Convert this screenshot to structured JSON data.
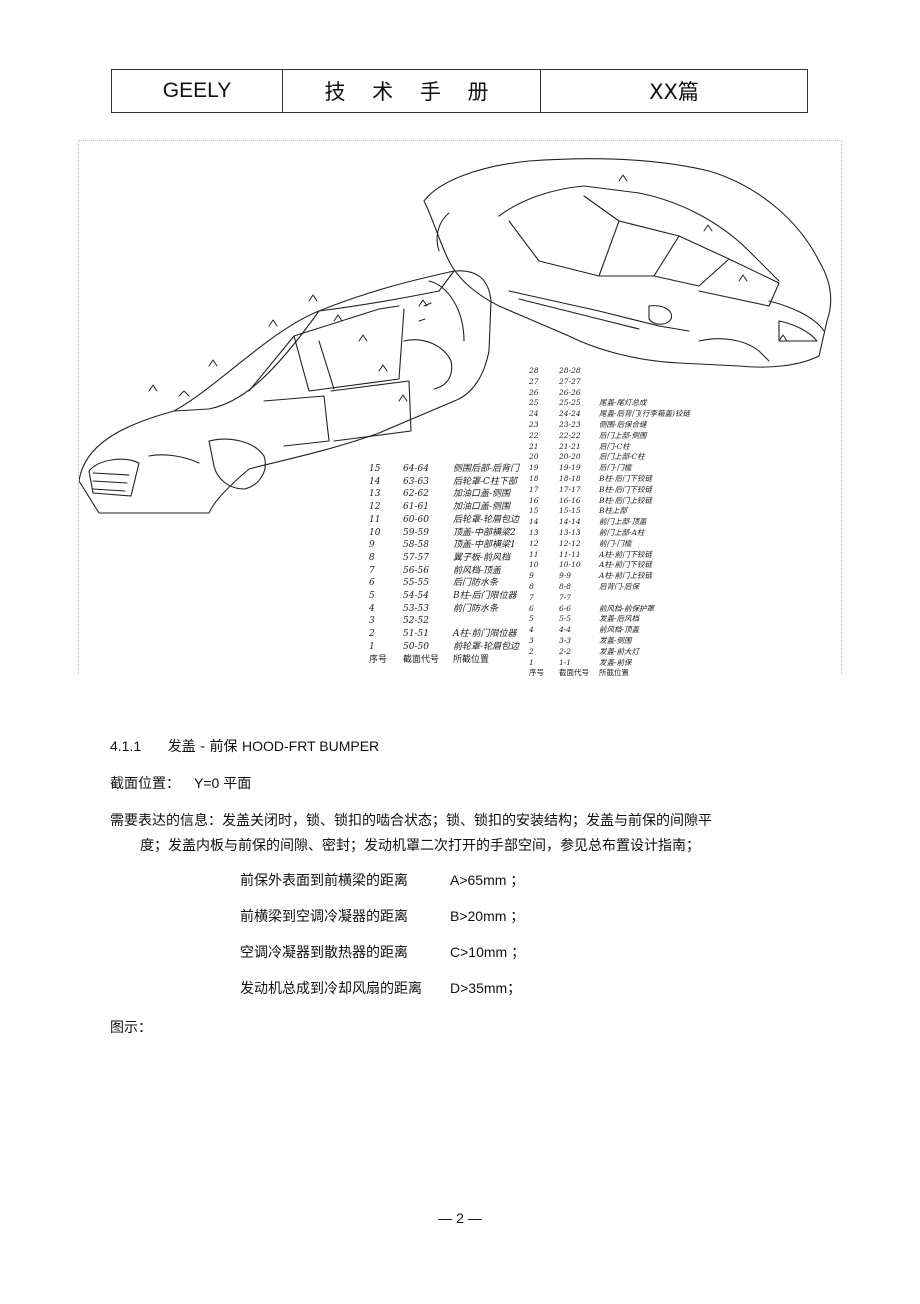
{
  "header": {
    "brand": "GEELY",
    "title": "技 术 手 册",
    "volume": "XX篇"
  },
  "figure": {
    "legend_left": {
      "rows": [
        {
          "no": "15",
          "code": "64-64",
          "pos": "侧围后部-后背门"
        },
        {
          "no": "14",
          "code": "63-63",
          "pos": "后轮罩-C柱下部"
        },
        {
          "no": "13",
          "code": "62-62",
          "pos": "加油口盖-侧围"
        },
        {
          "no": "12",
          "code": "61-61",
          "pos": "加油口盖-侧围"
        },
        {
          "no": "11",
          "code": "60-60",
          "pos": "后轮罩-轮眉包边"
        },
        {
          "no": "10",
          "code": "59-59",
          "pos": "顶盖-中部横梁2"
        },
        {
          "no": "9",
          "code": "58-58",
          "pos": "顶盖-中部横梁1"
        },
        {
          "no": "8",
          "code": "57-57",
          "pos": "翼子板-前风档"
        },
        {
          "no": "7",
          "code": "56-56",
          "pos": "前风档-顶盖"
        },
        {
          "no": "6",
          "code": "55-55",
          "pos": "后门防水条"
        },
        {
          "no": "5",
          "code": "54-54",
          "pos": "B柱-后门限位器"
        },
        {
          "no": "4",
          "code": "53-53",
          "pos": "前门防水条"
        },
        {
          "no": "3",
          "code": "52-52",
          "pos": ""
        },
        {
          "no": "2",
          "code": "51-51",
          "pos": "A柱-前门限位器"
        },
        {
          "no": "1",
          "code": "50-50",
          "pos": "前轮罩-轮眉包边"
        }
      ],
      "headers": [
        "序号",
        "截面代号",
        "所截位置"
      ]
    },
    "legend_right": {
      "rows": [
        {
          "no": "28",
          "code": "28-28",
          "pos": ""
        },
        {
          "no": "27",
          "code": "27-27",
          "pos": ""
        },
        {
          "no": "26",
          "code": "26-26",
          "pos": ""
        },
        {
          "no": "25",
          "code": "25-25",
          "pos": "尾盖-尾灯总成"
        },
        {
          "no": "24",
          "code": "24-24",
          "pos": "尾盖-后背门(行李箱盖)铰链"
        },
        {
          "no": "23",
          "code": "23-23",
          "pos": "侧围-后保合缝"
        },
        {
          "no": "22",
          "code": "22-22",
          "pos": "后门上部-侧围"
        },
        {
          "no": "21",
          "code": "21-21",
          "pos": "后门-C柱"
        },
        {
          "no": "20",
          "code": "20-20",
          "pos": "后门上部-C柱"
        },
        {
          "no": "19",
          "code": "19-19",
          "pos": "后门-门槛"
        },
        {
          "no": "18",
          "code": "18-18",
          "pos": "B柱-后门下铰链"
        },
        {
          "no": "17",
          "code": "17-17",
          "pos": "B柱-后门下铰链"
        },
        {
          "no": "16",
          "code": "16-16",
          "pos": "B柱-后门上铰链"
        },
        {
          "no": "15",
          "code": "15-15",
          "pos": "B柱上部"
        },
        {
          "no": "14",
          "code": "14-14",
          "pos": "前门上部-顶盖"
        },
        {
          "no": "13",
          "code": "13-13",
          "pos": "前门上部-A柱"
        },
        {
          "no": "12",
          "code": "12-12",
          "pos": "前门-门槛"
        },
        {
          "no": "11",
          "code": "11-11",
          "pos": "A柱-前门下铰链"
        },
        {
          "no": "10",
          "code": "10-10",
          "pos": "A柱-前门下铰链"
        },
        {
          "no": "9",
          "code": "9-9",
          "pos": "A柱-前门上铰链"
        },
        {
          "no": "8",
          "code": "8-8",
          "pos": "后背门-后保"
        },
        {
          "no": "7",
          "code": "7-7",
          "pos": ""
        },
        {
          "no": "6",
          "code": "6-6",
          "pos": "前风档-前保护罩"
        },
        {
          "no": "5",
          "code": "5-5",
          "pos": "发盖-后风档"
        },
        {
          "no": "4",
          "code": "4-4",
          "pos": "前风档-顶盖"
        },
        {
          "no": "3",
          "code": "3-3",
          "pos": "发盖-侧围"
        },
        {
          "no": "2",
          "code": "2-2",
          "pos": "发盖-前大灯"
        },
        {
          "no": "1",
          "code": "1-1",
          "pos": "发盖-前保"
        }
      ],
      "headers": [
        "序号",
        "截面代号",
        "所截位置"
      ]
    }
  },
  "section": {
    "number": "4.1.1",
    "title_cn": "发盖 - 前保",
    "title_en": "HOOD-FRT BUMPER",
    "position_label": "截面位置：",
    "position_value": "Y=0 平面",
    "info_line1": "需要表达的信息：发盖关闭时，锁、锁扣的啮合状态；锁、锁扣的安装结构；发盖与前保的间隙平",
    "info_line2": "度；发盖内板与前保的间隙、密封；发动机罩二次打开的手部空间，参见总布置设计指南；",
    "specs": [
      {
        "label": "前保外表面到前横梁的距离",
        "value": "A>65mm ；"
      },
      {
        "label": "前横梁到空调冷凝器的距离",
        "value": "B>20mm ；"
      },
      {
        "label": "空调冷凝器到散热器的距离",
        "value": "C>10mm ；"
      },
      {
        "label": "发动机总成到冷却风扇的距离",
        "value": "D>35mm；"
      }
    ],
    "figure_label": "图示："
  },
  "footer": {
    "page": "— 2 —"
  }
}
